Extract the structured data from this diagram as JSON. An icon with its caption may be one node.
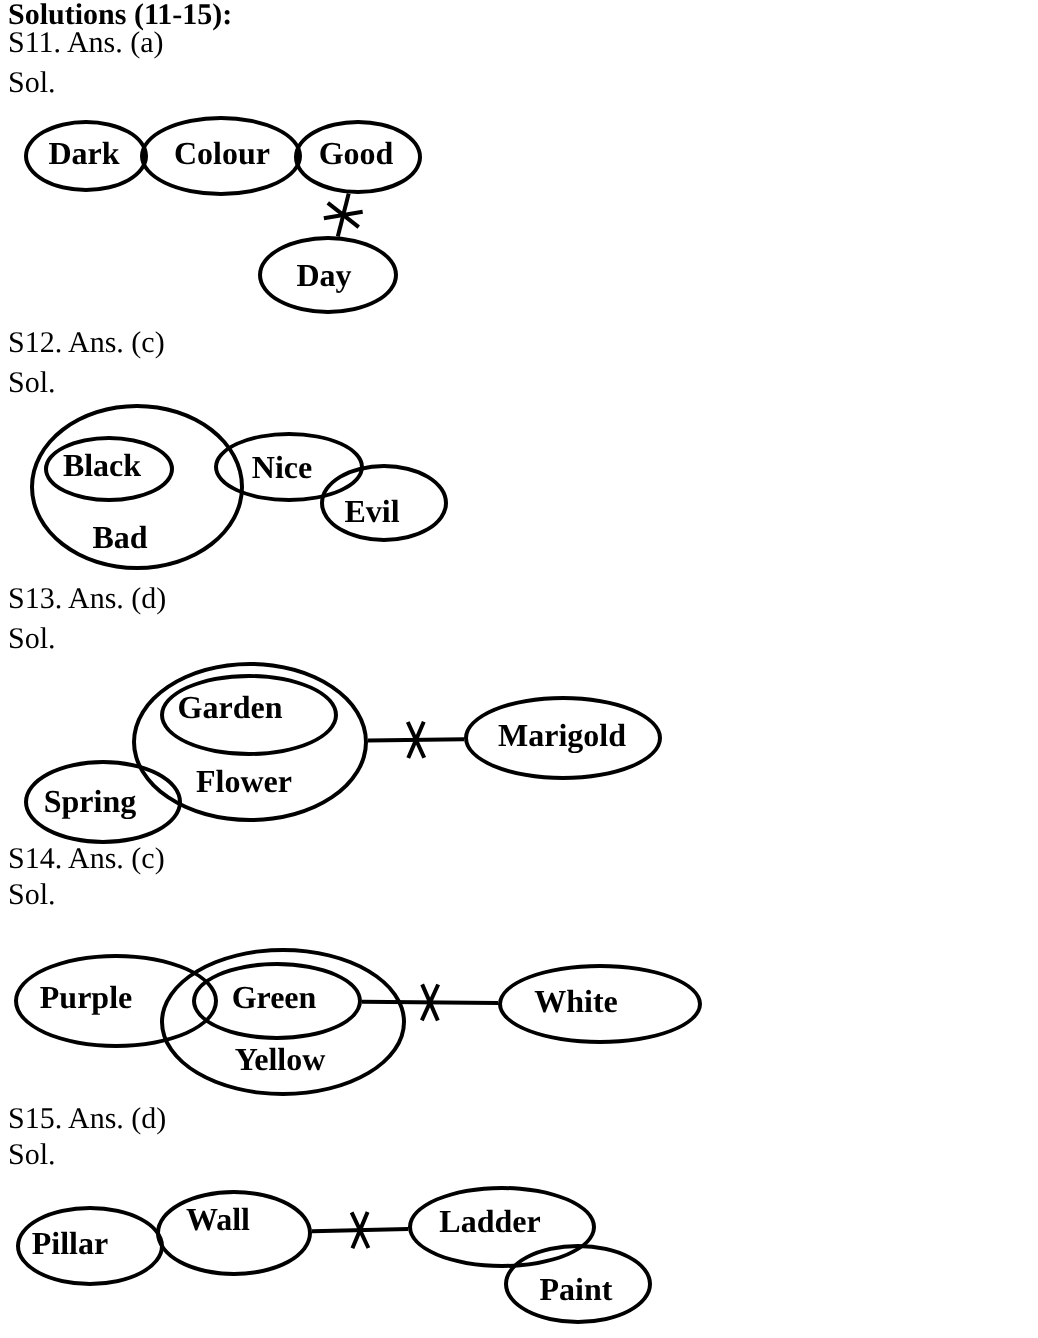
{
  "diagram": {
    "title": "Solutions (11-15):",
    "nodes": [
      {
        "text": [
          "Dark"
        ]
      },
      {
        "text": [
          "Colour"
        ]
      },
      {
        "text": [
          "Good"
        ]
      },
      {
        "text": [
          "Day"
        ]
      },
      {
        "text": [
          "Bad"
        ]
      },
      {
        "text": [
          "Black"
        ],
        "in": 4
      },
      {
        "text": [
          "Nice"
        ]
      },
      {
        "text": [
          "Evil"
        ]
      },
      {
        "text": [
          "Flower"
        ]
      },
      {
        "text": [
          "Garden"
        ],
        "in": 8
      },
      {
        "text": [
          "Spring"
        ]
      },
      {
        "text": [
          "Marigold"
        ]
      },
      {
        "text": [
          "Purple"
        ]
      },
      {
        "text": [
          "Yellow"
        ]
      },
      {
        "text": [
          "Green"
        ],
        "in": 13
      },
      {
        "text": [
          "White"
        ]
      },
      {
        "text": [
          "Pillar"
        ]
      },
      {
        "text": [
          "Wall"
        ]
      },
      {
        "text": [
          "Ladder"
        ]
      },
      {
        "text": [
          "Paint"
        ]
      }
    ],
    "edges": [
      {
        "from": 2,
        "to": 3,
        "arrow": "none"
      },
      {
        "from": 8,
        "to": 11,
        "arrow": "none"
      },
      {
        "from": 14,
        "to": 15,
        "arrow": "none"
      },
      {
        "from": 17,
        "to": 18,
        "arrow": "none"
      }
    ],
    "labels": [
      "S11. Ans. (a)",
      "Sol.",
      "S12. Ans. (c)",
      "Sol.",
      "S13. Ans. (d)",
      "Sol.",
      "S14. Ans. (c)",
      "Sol.",
      "S15. Ans. (d)",
      "Sol."
    ]
  }
}
